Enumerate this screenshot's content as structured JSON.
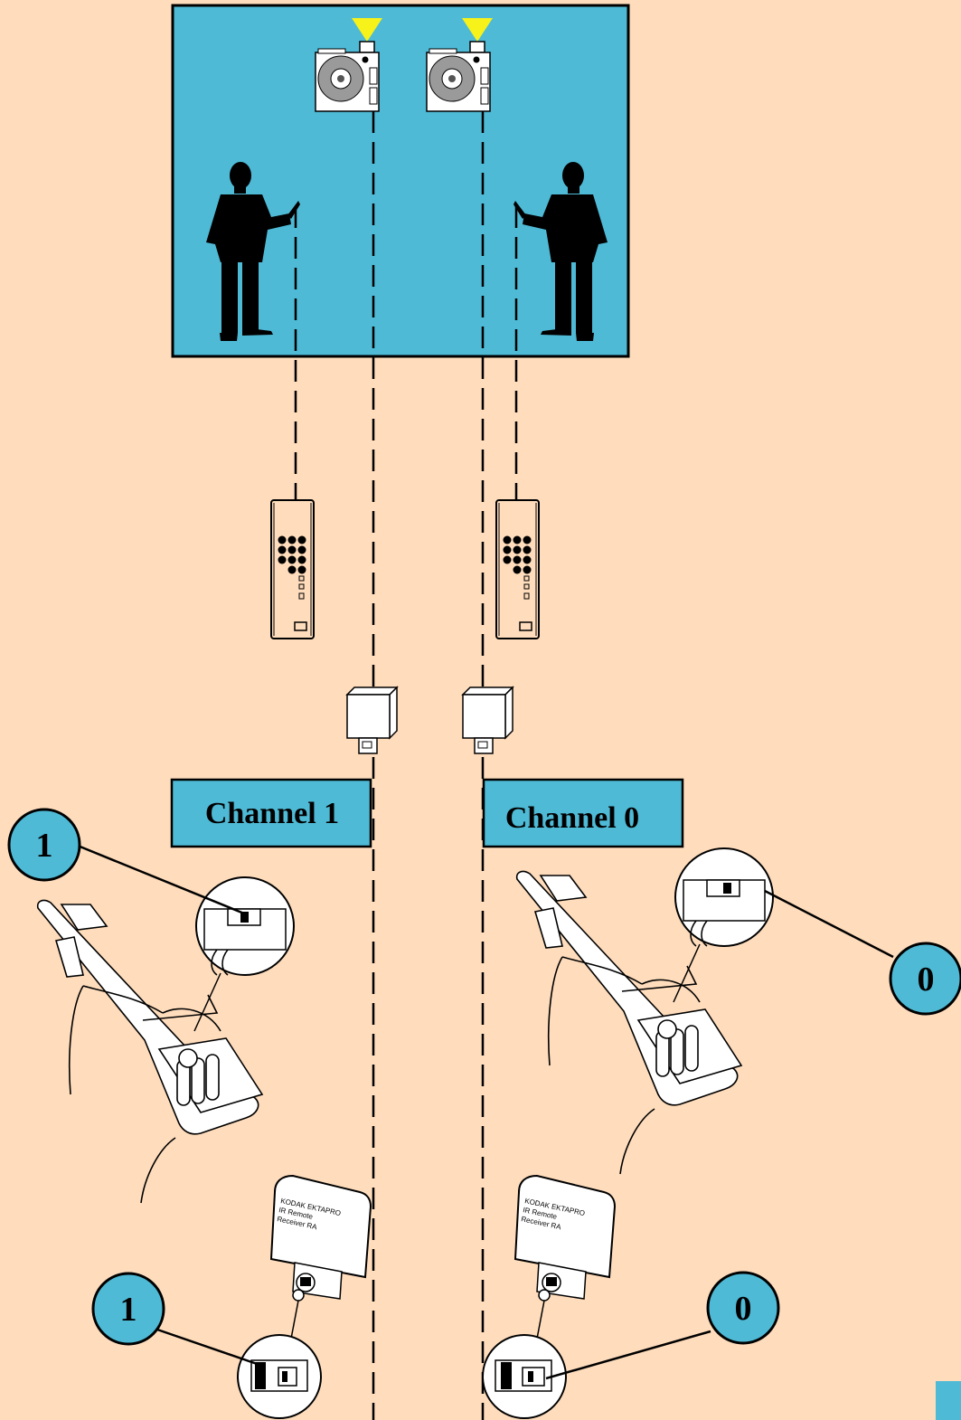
{
  "colors": {
    "background": "#fedcbc",
    "screen": "#4ebad6",
    "callout": "#4ebad6",
    "indicator": "#f6f21a",
    "ink": "#000000"
  },
  "channels": {
    "left": {
      "label": "Channel 1",
      "remote_marker": "1",
      "receiver_marker": "1"
    },
    "right": {
      "label": "Channel 0",
      "remote_marker": "0",
      "receiver_marker": "0"
    }
  },
  "receiver": {
    "label_line1": "KODAK EKTAPRO",
    "label_line2": "IR Remote",
    "label_line3": "Receiver RA"
  },
  "icons": [
    "slide-projector-icon",
    "presenter-silhouette-icon",
    "ir-remote-icon",
    "ir-receiver-icon",
    "hand-icon",
    "switch-detail-icon"
  ]
}
